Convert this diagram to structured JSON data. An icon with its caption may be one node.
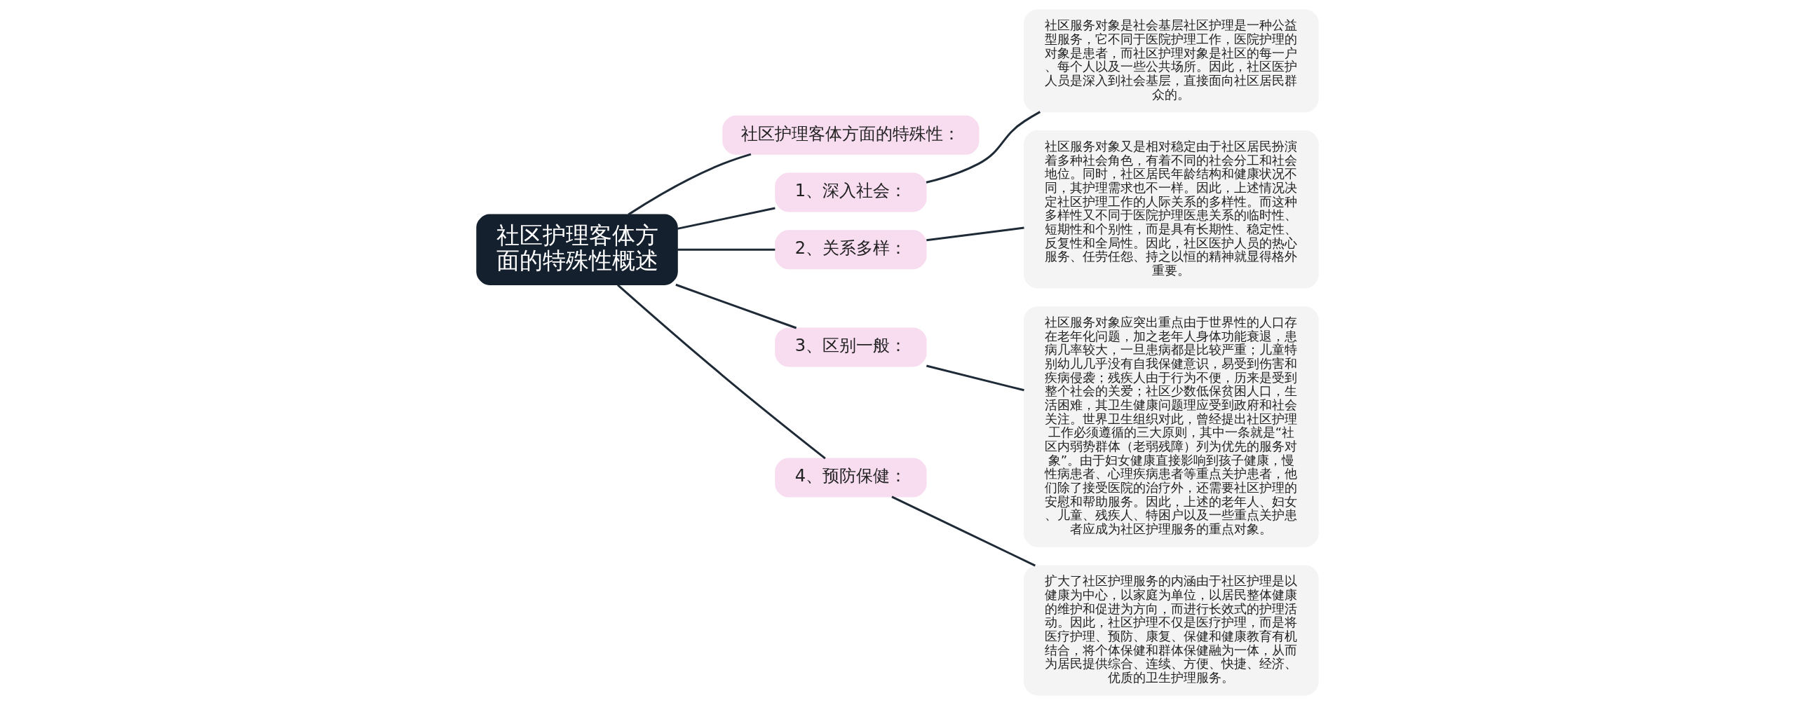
{
  "diagram": {
    "nodes": [
      {
        "text": [
          "社区护理客体方面的特殊性概述"
        ]
      },
      {
        "text": [
          "社区护理客体方面的特殊性："
        ]
      },
      {
        "text": [
          "1、深入社会："
        ]
      },
      {
        "text": [
          "社区服务对象是社会基层社区护理是一种公益型服务，它不同于医院护理工作，医院护理的对象是患者，而社区护理对象是社区的每一户、每个人以及一些公共场所。因此，社区医护人员是深入到社会基层，直接面向社区居民群众的。"
        ]
      },
      {
        "text": [
          "2、关系多样："
        ]
      },
      {
        "text": [
          "社区服务对象又是相对稳定由于社区居民扮演着多种社会角色，有着不同的社会分工和社会地位。同时，社区居民年龄结构和健康状况不同，其护理需求也不一样。因此，上述情况决定社区护理工作的人际关系的多样性。而这种多样性又不同于医院护理医患关系的临时性、短期性和个别性，而是具有长期性、稳定性、反复性和全局性。因此，社区医护人员的热心服务、任劳任怨、持之以恒的精神就显得格外重要。"
        ]
      },
      {
        "text": [
          "3、区别一般："
        ]
      },
      {
        "text": [
          "社区服务对象应突出重点由于世界性的人口存在老年化问题，加之老年人身体功能衰退，患病几率较大，一旦患病都是比较严重；儿童特别幼儿几乎没有自我保健意识，易受到伤害和疾病侵袭；残疾人由于行为不便，历来是受到整个社会的关爱；社区少数低保贫困人口，生活困难，其卫生健康问题理应受到政府和社会关注。世界卫生组织对此，曾经提出社区护理工作必须遵循的三大原则，其中一条就是“社区内弱势群体（老弱残障）列为优先的服务对象”。由于妇女健康直接影响到孩子健康，慢性病患者、心理疾病患者等重点关护患者，他们除了接受医院的治疗外，还需要社区护理的安慰和帮助服务。因此，上述的老年人、妇女、儿童、残疾人、特困户以及一些重点关护患者应成为社区护理服务的重点对象。"
        ]
      },
      {
        "text": [
          "4、预防保健："
        ]
      },
      {
        "text": [
          "扩大了社区护理服务的内涵由于社区护理是以健康为中心，以家庭为单位，以居民整体健康的维护和促进为方向，而进行长效式的护理活动。因此，社区护理不仅是医疗护理，而是将医疗护理、预防、康复、保健和健康教育有机结合，将个体保健和群体保健融为一体，从而为居民提供综合、连续、方便、快捷、经济、优质的卫生护理服务。"
        ]
      }
    ],
    "edges": [
      {
        "from": 0,
        "to": 1,
        "arrow": "none"
      },
      {
        "from": 0,
        "to": 2,
        "arrow": "none"
      },
      {
        "from": 2,
        "to": 3,
        "arrow": "none"
      },
      {
        "from": 0,
        "to": 4,
        "arrow": "none"
      },
      {
        "from": 4,
        "to": 5,
        "arrow": "none"
      },
      {
        "from": 0,
        "to": 6,
        "arrow": "none"
      },
      {
        "from": 6,
        "to": 7,
        "arrow": "none"
      },
      {
        "from": 0,
        "to": 8,
        "arrow": "none"
      },
      {
        "from": 8,
        "to": 9,
        "arrow": "none"
      }
    ]
  }
}
